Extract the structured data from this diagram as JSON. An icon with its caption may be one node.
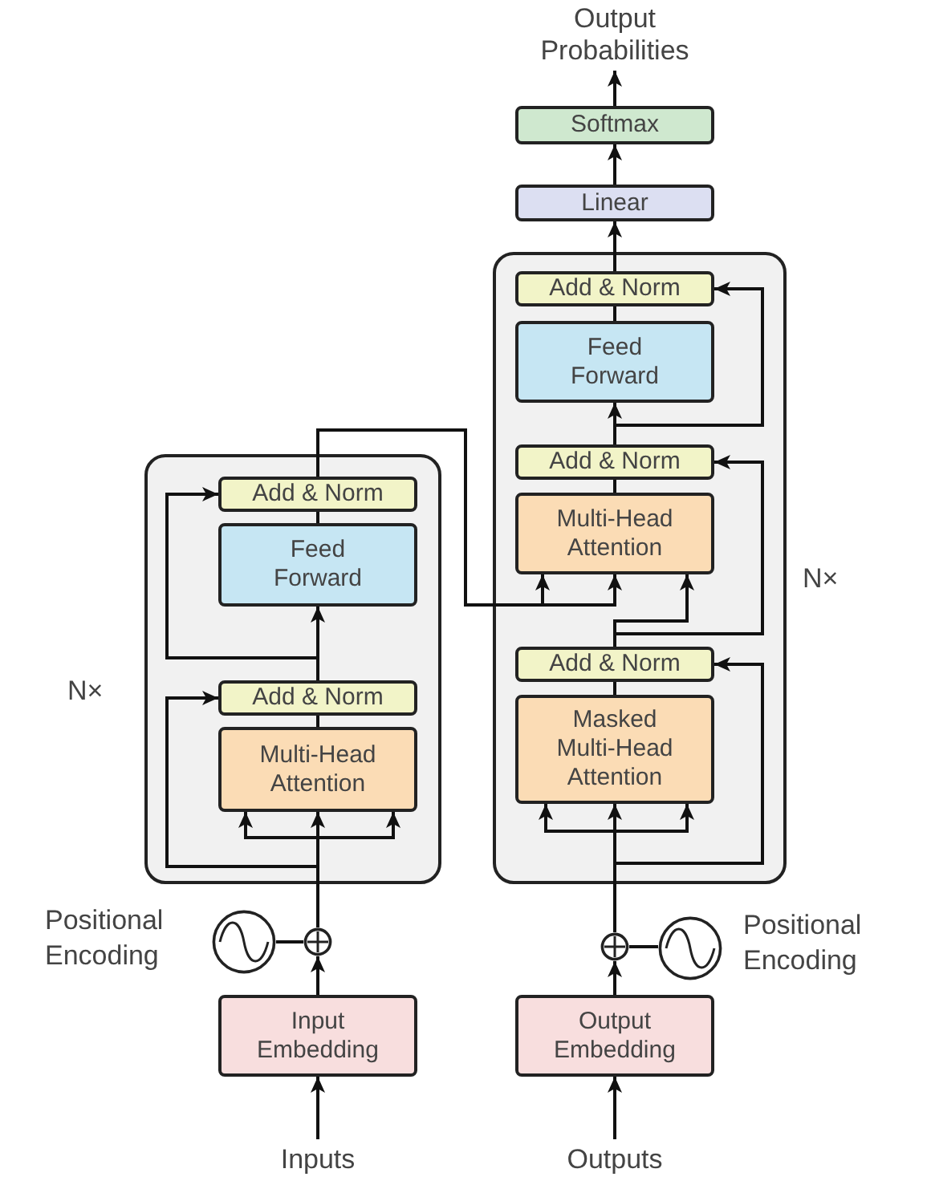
{
  "diagram": {
    "nodes": [
      {
        "text": [
          "Output Probabilities"
        ]
      },
      {
        "text": [
          "Softmax"
        ]
      },
      {
        "text": [
          "Linear"
        ]
      },
      {
        "text": [],
        "shape": "box",
        "beside": [
          "N×"
        ]
      },
      {
        "text": [
          "Add & Norm"
        ],
        "in": 3
      },
      {
        "text": [
          "Feed Forward"
        ],
        "in": 3
      },
      {
        "text": [
          "Add & Norm"
        ],
        "in": 3
      },
      {
        "text": [
          "Multi-Head Attention"
        ],
        "in": 3
      },
      {
        "text": [
          "Add & Norm"
        ],
        "in": 3
      },
      {
        "text": [
          "Masked Multi-Head Attention"
        ],
        "in": 3
      },
      {
        "text": [],
        "shape": "box",
        "beside": [
          "N×"
        ]
      },
      {
        "text": [
          "Add & Norm"
        ],
        "in": 10
      },
      {
        "text": [
          "Feed Forward"
        ],
        "in": 10
      },
      {
        "text": [
          "Add & Norm"
        ],
        "in": 10
      },
      {
        "text": [
          "Multi-Head Attention"
        ],
        "in": 10
      },
      {
        "text": [],
        "shape": "circle",
        "beside": [
          "Positional Encoding"
        ]
      },
      {
        "text": [],
        "shape": "circle"
      },
      {
        "text": [],
        "shape": "circle"
      },
      {
        "text": [],
        "shape": "circle",
        "beside": [
          "Positional Encoding"
        ]
      },
      {
        "text": [
          "Input Embedding"
        ]
      },
      {
        "text": [
          "Output Embedding"
        ]
      },
      {
        "text": [
          "Inputs"
        ]
      },
      {
        "text": [
          "Outputs"
        ]
      }
    ],
    "edges": [
      {
        "from": 21,
        "to": 19,
        "arrow": "to"
      },
      {
        "from": 19,
        "to": 16,
        "arrow": "to"
      },
      {
        "from": 15,
        "to": 16,
        "arrow": "none"
      },
      {
        "from": 16,
        "to": 14,
        "arrow": "to"
      },
      {
        "from": 16,
        "to": 14,
        "arrow": "to"
      },
      {
        "from": 16,
        "to": 14,
        "arrow": "to"
      },
      {
        "from": 16,
        "to": 13,
        "arrow": "to"
      },
      {
        "from": 14,
        "to": 13,
        "arrow": "none"
      },
      {
        "from": 13,
        "to": 12,
        "arrow": "to"
      },
      {
        "from": 13,
        "to": 11,
        "arrow": "to"
      },
      {
        "from": 12,
        "to": 11,
        "arrow": "none"
      },
      {
        "from": 11,
        "to": 7,
        "arrow": "to"
      },
      {
        "from": 11,
        "to": 7,
        "arrow": "to"
      },
      {
        "from": 22,
        "to": 20,
        "arrow": "to"
      },
      {
        "from": 20,
        "to": 17,
        "arrow": "to"
      },
      {
        "from": 18,
        "to": 17,
        "arrow": "none"
      },
      {
        "from": 17,
        "to": 9,
        "arrow": "to"
      },
      {
        "from": 17,
        "to": 9,
        "arrow": "to"
      },
      {
        "from": 17,
        "to": 9,
        "arrow": "to"
      },
      {
        "from": 17,
        "to": 8,
        "arrow": "to"
      },
      {
        "from": 9,
        "to": 8,
        "arrow": "none"
      },
      {
        "from": 8,
        "to": 7,
        "arrow": "to"
      },
      {
        "from": 8,
        "to": 6,
        "arrow": "to"
      },
      {
        "from": 7,
        "to": 6,
        "arrow": "none"
      },
      {
        "from": 6,
        "to": 5,
        "arrow": "to"
      },
      {
        "from": 6,
        "to": 4,
        "arrow": "to"
      },
      {
        "from": 5,
        "to": 4,
        "arrow": "none"
      },
      {
        "from": 4,
        "to": 2,
        "arrow": "to"
      },
      {
        "from": 2,
        "to": 1,
        "arrow": "to"
      },
      {
        "from": 1,
        "to": 0,
        "arrow": "to"
      }
    ]
  }
}
